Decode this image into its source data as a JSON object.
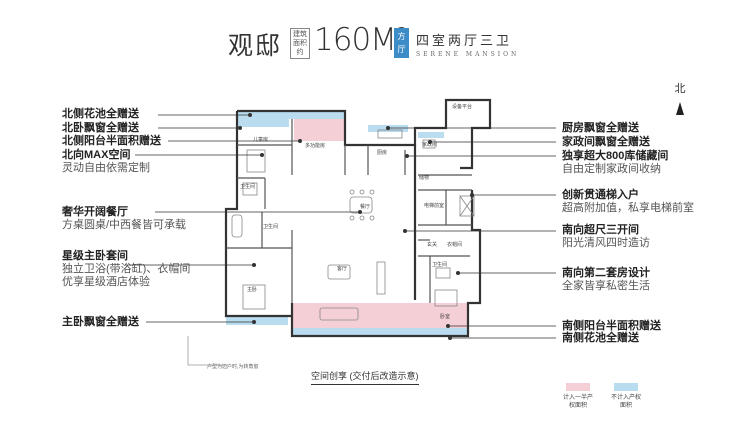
{
  "header": {
    "name": "观邸",
    "area_label": "建筑面积约",
    "area_value": "160M²",
    "area_unit": "方厅",
    "layout": "四室两厅三卫",
    "english": "SERENE MANSION"
  },
  "north_label": "北",
  "left_callouts": [
    {
      "title": "北侧花池全赠送",
      "sub": ""
    },
    {
      "title": "北卧飘窗全赠送",
      "sub": ""
    },
    {
      "title": "北侧阳台半面积赠送",
      "sub": ""
    },
    {
      "title": "北向MAX空间",
      "sub": "灵动自由依需定制"
    },
    {
      "title": "奢华开阔餐厅",
      "sub": "方桌圆桌/中西餐皆可承载"
    },
    {
      "title": "星级主卧套间",
      "sub": "独立卫浴(带浴缸)、衣帽间",
      "sub2": "优享星级酒店体验"
    },
    {
      "title": "主卧飘窗全赠送",
      "sub": ""
    }
  ],
  "right_callouts": [
    {
      "title": "厨房飘窗全赠送",
      "sub": ""
    },
    {
      "title": "家政间飘窗全赠送",
      "sub": ""
    },
    {
      "title": "独享超大800库储藏间",
      "sub": "自由定制家政间收纳"
    },
    {
      "title": "创新贯通梯入户",
      "sub": "超高附加值，私享电梯前室"
    },
    {
      "title": "南向超尺三开间",
      "sub": "阳光清风四时造访"
    },
    {
      "title": "南向第二套房设计",
      "sub": "全家皆享私密生活"
    },
    {
      "title": "南侧阳台半面积赠送",
      "sub": ""
    },
    {
      "title": "南侧花池全赠送",
      "sub": ""
    }
  ],
  "rooms": {
    "bedroom_n": "儿童房",
    "multi": "多功能房",
    "kitchen": "厨房",
    "household": "家政间",
    "device": "设备平台",
    "bath1": "卫生间",
    "bath2": "卫生间",
    "bath3": "卫生间",
    "dining": "餐厅",
    "elevator_hall": "电梯前室",
    "storage": "储物",
    "foyer": "玄关",
    "cloak": "衣帽间",
    "living": "客厅",
    "master": "主卧",
    "bedroom_s": "卧室",
    "balcony_n": "阳台"
  },
  "caption": "空间创享 (交付后改造示意)",
  "note": "户型为边户时,为转角窗",
  "legend": [
    {
      "label": "计入一半产权面积",
      "color": "#f5cfd6"
    },
    {
      "label": "不计入产权面积",
      "color": "#b9dcef"
    }
  ],
  "colors": {
    "pink": "#f5cfd6",
    "blue": "#b9dcef",
    "line": "#333333"
  }
}
